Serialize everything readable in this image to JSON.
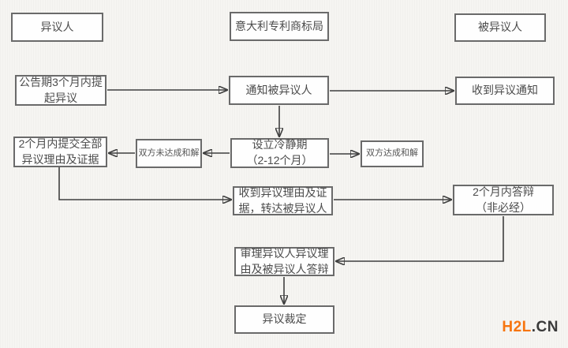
{
  "colors": {
    "watermark_accent": "#f7750f",
    "watermark_dark": "#3a3a3a",
    "box_border": "#6a6a6a",
    "arrow": "#3f3f3f",
    "background": "#f6f5f2"
  },
  "watermark": {
    "part1": "H2L",
    "part2": ".CN"
  },
  "flowchart": {
    "nodes": {
      "opponent": "异议人",
      "office": "意大利专利商标局",
      "opposed": "被异议人",
      "file_opposition": "公告期3个月内提\n起异议",
      "notify_opposed": "通知被异议人",
      "receive_notice": "收到异议通知",
      "submit_evidence": "2个月内提交全部\n异议理由及证据",
      "no_settlement": "双方未达成和解",
      "cooling_period": "设立冷静期\n（2-12个月）",
      "settlement": "双方达成和解",
      "forward_evidence": "收到异议理由及证\n据，转达被异议人",
      "response": "2个月内答辩\n（非必经）",
      "examine": "审理异议人异议理\n由及被异议人答辩",
      "decision": "异议裁定"
    }
  }
}
